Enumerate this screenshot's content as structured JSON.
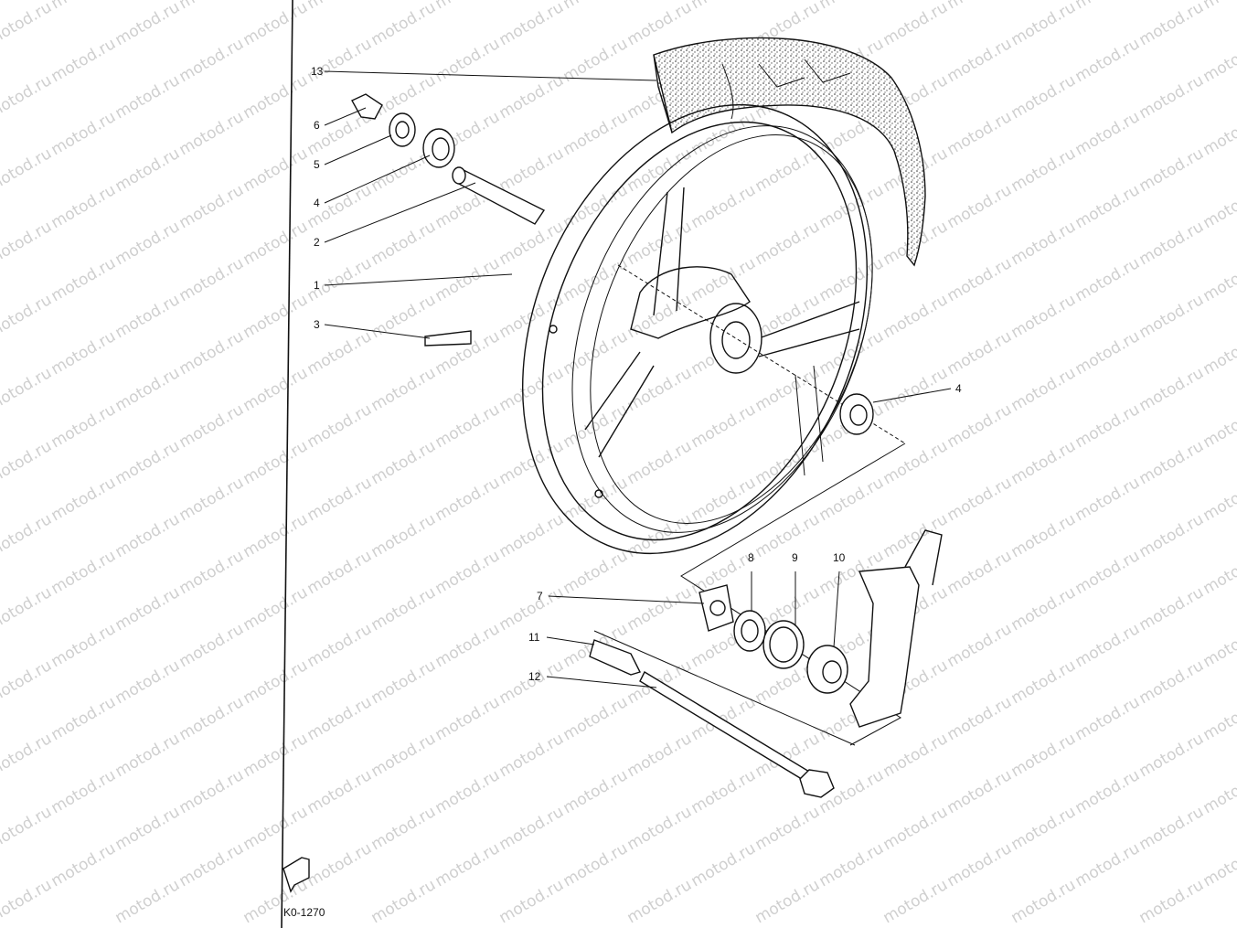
{
  "watermark": "motod.ru",
  "figure_code": "K0-1270",
  "colors": {
    "ink": "#111111",
    "paper": "#ffffff",
    "watermark": "#cfcfcf"
  },
  "callouts": [
    {
      "id": "13",
      "text": "13"
    },
    {
      "id": "6",
      "text": "6"
    },
    {
      "id": "5",
      "text": "5"
    },
    {
      "id": "4a",
      "text": "4"
    },
    {
      "id": "2",
      "text": "2"
    },
    {
      "id": "1",
      "text": "1"
    },
    {
      "id": "3",
      "text": "3"
    },
    {
      "id": "4b",
      "text": "4"
    },
    {
      "id": "7",
      "text": "7"
    },
    {
      "id": "8",
      "text": "8"
    },
    {
      "id": "9",
      "text": "9"
    },
    {
      "id": "10",
      "text": "10"
    },
    {
      "id": "11",
      "text": "11"
    },
    {
      "id": "12",
      "text": "12"
    }
  ]
}
